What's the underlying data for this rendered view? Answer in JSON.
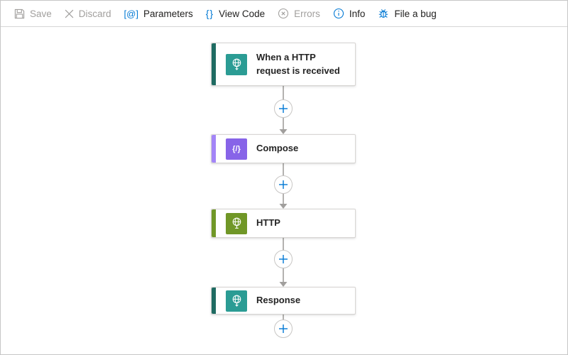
{
  "toolbar": {
    "items": [
      {
        "label": "Save",
        "icon": "save-icon",
        "state": "disabled"
      },
      {
        "label": "Discard",
        "icon": "discard-icon",
        "state": "disabled"
      },
      {
        "label": "Parameters",
        "icon": "parameters-icon",
        "state": "enabled"
      },
      {
        "label": "View Code",
        "icon": "view-code-icon",
        "state": "enabled"
      },
      {
        "label": "Errors",
        "icon": "errors-icon",
        "state": "disabled"
      },
      {
        "label": "Info",
        "icon": "info-icon",
        "state": "enabled"
      },
      {
        "label": "File a bug",
        "icon": "bug-icon",
        "state": "enabled"
      }
    ]
  },
  "icons": {
    "parameters_glyph": "[@]",
    "view_code_glyph": "{}",
    "compose_glyph": "{/}"
  },
  "workflow": {
    "nodes": [
      {
        "title": "When a HTTP request is received",
        "type": "trigger",
        "icon": "http-request-trigger-icon",
        "icon_color": "#2b9c94",
        "accent_color": "#1f6b62"
      },
      {
        "title": "Compose",
        "type": "action",
        "icon": "compose-icon",
        "icon_color": "#8764e8",
        "accent_color": "#a385f7"
      },
      {
        "title": "HTTP",
        "type": "action",
        "icon": "http-icon",
        "icon_color": "#709727",
        "accent_color": "#709727"
      },
      {
        "title": "Response",
        "type": "action",
        "icon": "response-icon",
        "icon_color": "#2b9c94",
        "accent_color": "#1f6b62"
      }
    ]
  },
  "colors": {
    "accent_blue": "#0078d4",
    "disabled_gray": "#a19f9d",
    "text": "#323130",
    "connector_gray": "#a19f9d"
  }
}
